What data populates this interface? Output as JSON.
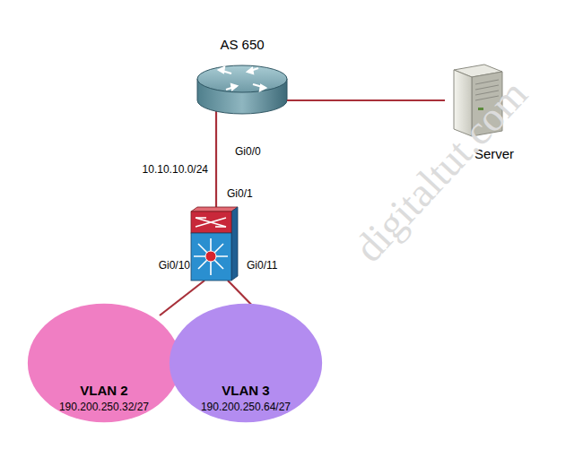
{
  "diagram": {
    "nodes": [
      {
        "text": [
          "AS 650"
        ]
      },
      {
        "text": [
          "Server"
        ]
      },
      {
        "text": [
          "VLAN 2",
          "190.200.250.32/27"
        ]
      },
      {
        "text": [
          "VLAN 3",
          "190.200.250.64/27"
        ]
      }
    ],
    "edges": [
      {
        "from": 0,
        "to": 1,
        "arrow": "none"
      }
    ],
    "labels": [
      "Gi0/0",
      "10.10.10.0/24",
      "Gi0/1",
      "Gi0/10",
      "Gi0/11",
      "digitaltut.com"
    ]
  }
}
